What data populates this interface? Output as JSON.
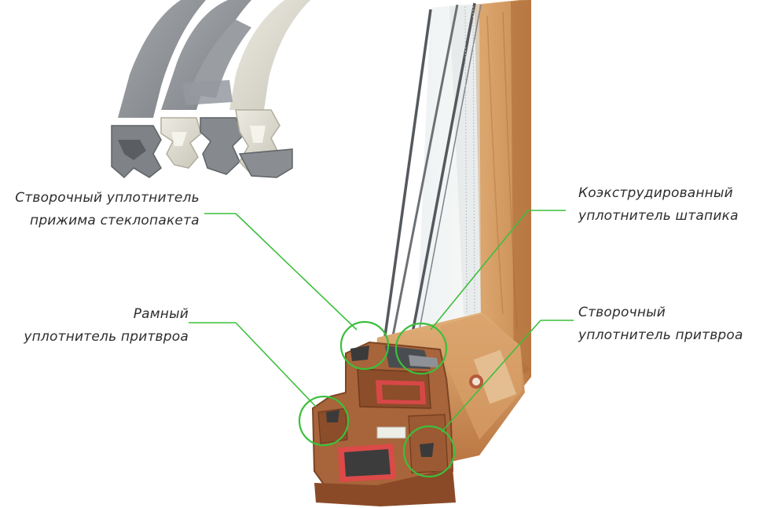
{
  "colors": {
    "callout": "#3cbf3c",
    "label_text": "#2d2d2d",
    "seal_grey": "#8e9296",
    "seal_white": "#dcdad0",
    "wood_light": "#d9a46d",
    "wood_dark": "#a8643a",
    "profile_red": "#e0474a"
  },
  "labels": {
    "sash_glass_seal": {
      "line1": "Створочный уплотнитель",
      "line2": "прижима стеклопакета"
    },
    "frame_seal": {
      "line1": "Рамный",
      "line2": "уплотнитель притвроа"
    },
    "coextruded_seal": {
      "line1": "Коэкструдированный",
      "line2": "уплотнитель штапика"
    },
    "sash_rebate_seal": {
      "line1": "Створочный",
      "line2": "уплотнитель притвроа"
    }
  }
}
